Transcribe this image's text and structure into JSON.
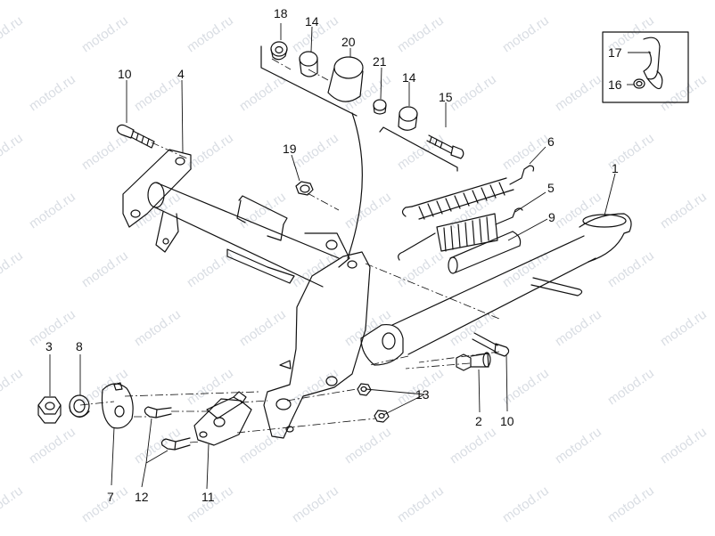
{
  "watermark": "motod.ru",
  "callouts": [
    {
      "id": "c18",
      "text": "18"
    },
    {
      "id": "c14a",
      "text": "14"
    },
    {
      "id": "c20",
      "text": "20"
    },
    {
      "id": "c21",
      "text": "21"
    },
    {
      "id": "c14b",
      "text": "14"
    },
    {
      "id": "c15",
      "text": "15"
    },
    {
      "id": "c10a",
      "text": "10"
    },
    {
      "id": "c4",
      "text": "4"
    },
    {
      "id": "c19",
      "text": "19"
    },
    {
      "id": "c6",
      "text": "6"
    },
    {
      "id": "c5",
      "text": "5"
    },
    {
      "id": "c9",
      "text": "9"
    },
    {
      "id": "c1",
      "text": "1"
    },
    {
      "id": "c17",
      "text": "17"
    },
    {
      "id": "c16",
      "text": "16"
    },
    {
      "id": "c3",
      "text": "3"
    },
    {
      "id": "c8",
      "text": "8"
    },
    {
      "id": "c13",
      "text": "13"
    },
    {
      "id": "c2",
      "text": "2"
    },
    {
      "id": "c10b",
      "text": "10"
    },
    {
      "id": "c7",
      "text": "7"
    },
    {
      "id": "c12",
      "text": "12"
    },
    {
      "id": "c11",
      "text": "11"
    }
  ]
}
